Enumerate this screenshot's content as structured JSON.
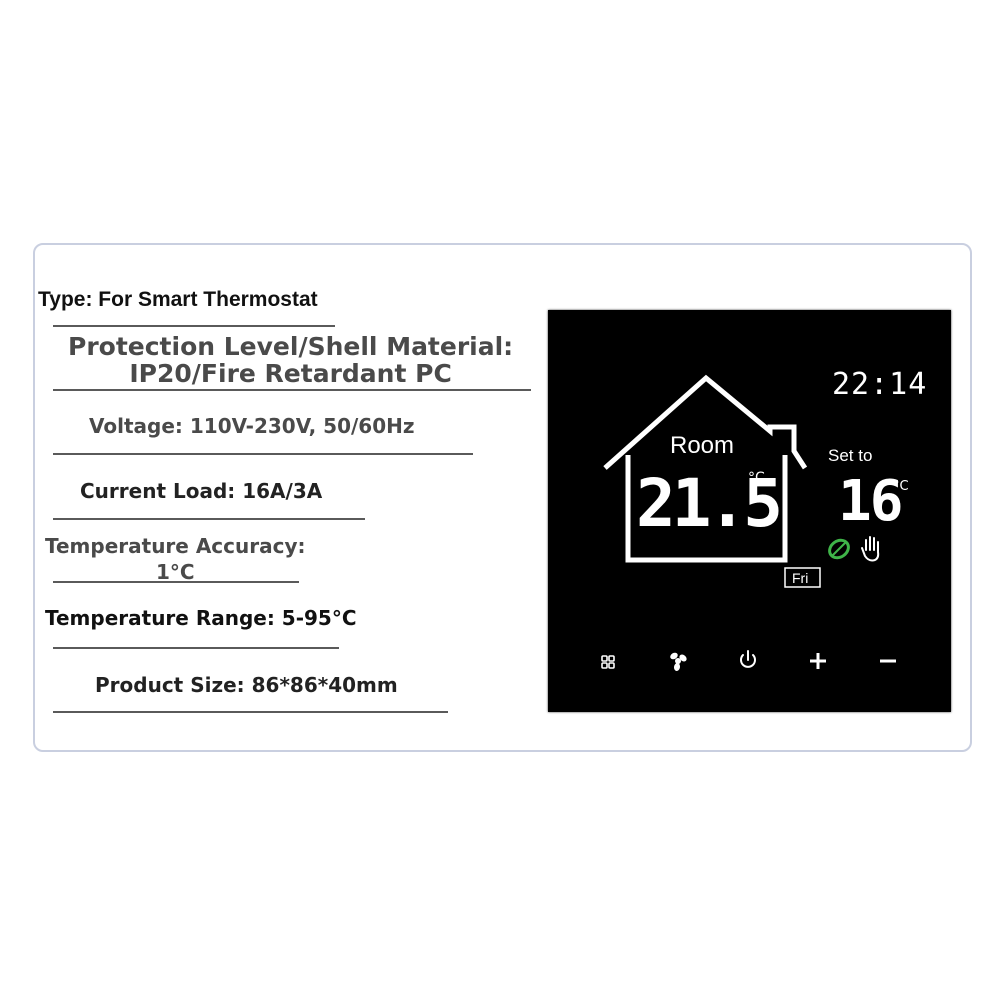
{
  "specs": {
    "type": "Type: For Smart Thermostat",
    "protection_line1": "Protection Level/Shell Material:",
    "protection_line2": "IP20/Fire Retardant PC",
    "voltage": "Voltage: 110V-230V, 50/60Hz",
    "current_load": "Current Load:  16A/3A",
    "accuracy_line1": "Temperature Accuracy:",
    "accuracy_line2": "1°C",
    "range": "Temperature Range: 5-95°C",
    "size": "Product Size: 86*86*40mm"
  },
  "thermostat": {
    "time": "22:14",
    "room_label": "Room",
    "room_temp": "21.5",
    "room_unit": "°C",
    "set_label": "Set to",
    "set_temp": "16",
    "set_unit": "°C",
    "day": "Fri",
    "buttons": [
      "menu-icon",
      "fan-icon",
      "power-icon",
      "plus-icon",
      "minus-icon"
    ],
    "eco_color": "#3fb449"
  }
}
